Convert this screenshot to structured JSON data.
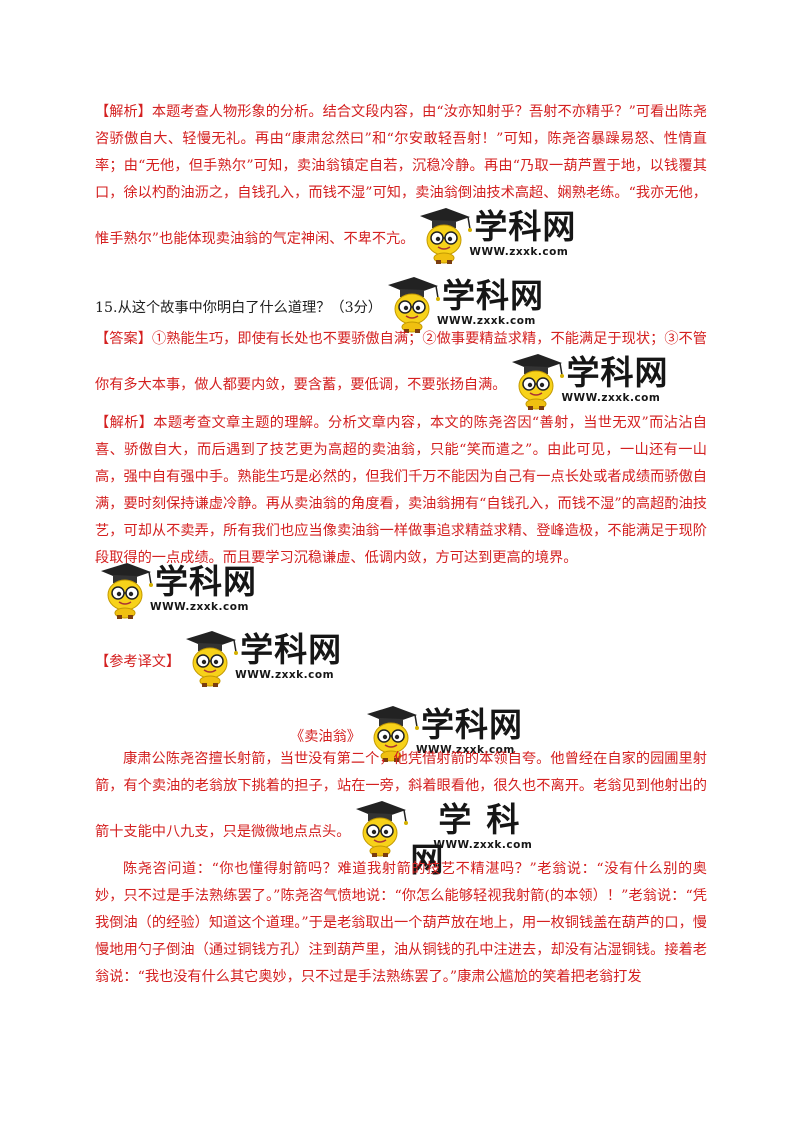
{
  "logo": {
    "text": "学科网",
    "url": "WWW.zxxk.com"
  },
  "p1": {
    "tag": "【解析】",
    "text": "本题考查人物形象的分析。结合文段内容，由“汝亦知射乎？吾射不亦精乎？”可看出陈尧咨骄傲自大、轻慢无礼。再由“康肃忿然曰”和“尔安敢轻吾射！”可知，陈尧咨暴躁易怒、性情直率；由“无他，但手熟尔”可知，卖油翁镇定自若，沉稳冷静。再由“乃取一葫芦置于地，以钱覆其口，徐以杓酌油沥之，自钱孔入，而钱不湿”可知，卖油翁倒油技术高超、娴熟老练。“我亦无他，惟手熟尔”也能体现卖油翁的气定神闲、不卑不亢。"
  },
  "q15": {
    "text": "15.从这个故事中你明白了什么道理？（3分）"
  },
  "answer": {
    "tag": "【答案】",
    "text": "①熟能生巧，即使有长处也不要骄傲自满；②做事要精益求精，不能满足于现状；③不管你有多大本事，做人都要内敛，要含蓄，要低调，不要张扬自满。"
  },
  "p2": {
    "tag": "【解析】",
    "text": "本题考查文章主题的理解。分析文章内容，本文的陈尧咨因“善射，当世无双”而沾沾自喜、骄傲自大，而后遇到了技艺更为高超的卖油翁，只能“笑而遣之”。由此可见，一山还有一山高，强中自有强中手。熟能生巧是必然的，但我们千万不能因为自己有一点长处或者成绩而骄傲自满，要时刻保持谦虚冷静。再从卖油翁的角度看，卖油翁拥有“自钱孔入，而钱不湿”的高超酌油技艺，可却从不卖弄，所有我们也应当像卖油翁一样做事追求精益求精、登峰造极，不能满足于现阶段取得的一点成绩。而且要学习沉稳谦虚、低调内敛，方可达到更高的境界。"
  },
  "ref": {
    "tag": "【参考译文】"
  },
  "title": {
    "text": "《卖油翁》"
  },
  "t1": {
    "text": "康肃公陈尧咨擅长射箭，当世没有第二个，他凭借射箭的本领自夸。他曾经在自家的园圃里射箭，有个卖油的老翁放下挑着的担子，站在一旁，斜着眼看他，很久也不离开。老翁见到他射出的箭十支能中八九支，只是微微地点点头。"
  },
  "t2": {
    "text": "陈尧咨问道：“你也懂得射箭吗？难道我射箭的技艺不精湛吗？”老翁说：“没有什么别的奥妙，只不过是手法熟练罢了。”陈尧咨气愤地说：“你怎么能够轻视我射箭(的本领）！”老翁说：“凭我倒油（的经验）知道这个道理。”于是老翁取出一个葫芦放在地上，用一枚铜钱盖在葫芦的口，慢慢地用勺子倒油（通过铜钱方孔）注到葫芦里，油从铜钱的孔中注进去，却没有沾湿铜钱。接着老翁说：“我也没有什么其它奥妙，只不过是手法熟练罢了。”康肃公尴尬的笑着把老翁打发"
  }
}
